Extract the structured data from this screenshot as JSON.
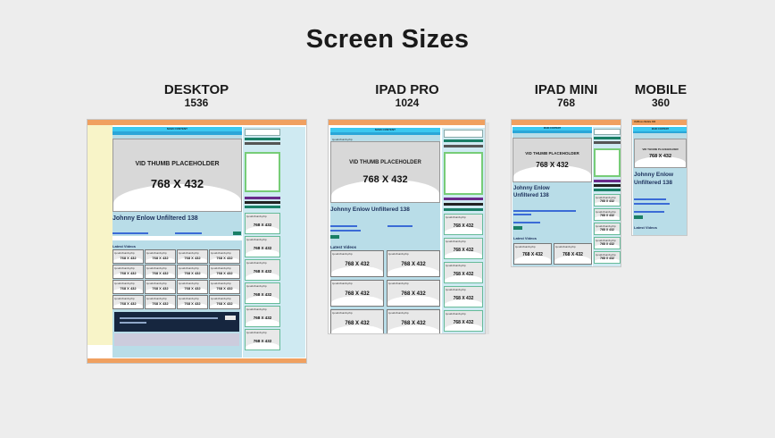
{
  "page_title": "Screen Sizes",
  "devices": [
    {
      "name": "DESKTOP",
      "width_label": "1536"
    },
    {
      "name": "IPAD PRO",
      "width_label": "1024"
    },
    {
      "name": "IPAD MINI",
      "width_label": "768"
    },
    {
      "name": "MOBILE",
      "width_label": "360"
    }
  ],
  "mockup": {
    "site_title": "VidPress Mobile 360",
    "main_content": "MAIN CONTENT",
    "thumb_placeholder": "VID THUMB PLACEHOLDER",
    "thumb_size": "768 X 432",
    "video_title": "Johnny Enlow Unfiltered 138",
    "video_title_line1": "Johnny Enlow",
    "video_title_line2": "Unfiltered 138",
    "latest_videos": "Latest Videos",
    "cell_file": "tp-vid-thumb.php",
    "cell_size": "768 X 432"
  }
}
